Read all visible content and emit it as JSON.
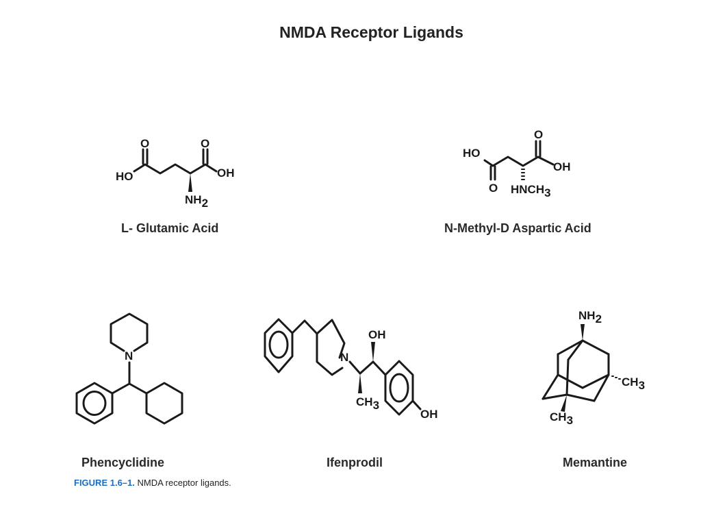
{
  "figure": {
    "title": "NMDA Receptor Ligands",
    "caption_label": "FIGURE 1.6–1.",
    "caption_text": " NMDA receptor ligands.",
    "caption_color": "#1a6fc4"
  },
  "molecules": [
    {
      "name": "L- Glutamic Acid",
      "atoms": {
        "o1": "O",
        "o2": "O",
        "ho": "HO",
        "oh": "OH",
        "nh": "NH",
        "nh_sub": "2"
      }
    },
    {
      "name": "N-Methyl-D Aspartic Acid",
      "atoms": {
        "ho": "HO",
        "o_top": "O",
        "oh": "OH",
        "o_bottom": "O",
        "hnch": "HNCH",
        "hnch_sub": "3"
      }
    },
    {
      "name": "Phencyclidine",
      "atoms": {
        "n": "N"
      }
    },
    {
      "name": "Ifenprodil",
      "atoms": {
        "n": "N",
        "oh_top": "OH",
        "ch": "CH",
        "ch_sub": "3",
        "oh_ring": "OH"
      }
    },
    {
      "name": "Memantine",
      "atoms": {
        "nh": "NH",
        "nh_sub": "2",
        "ch_right": "CH",
        "ch_right_sub": "3",
        "ch_bottom": "CH",
        "ch_bottom_sub": "3"
      }
    }
  ]
}
